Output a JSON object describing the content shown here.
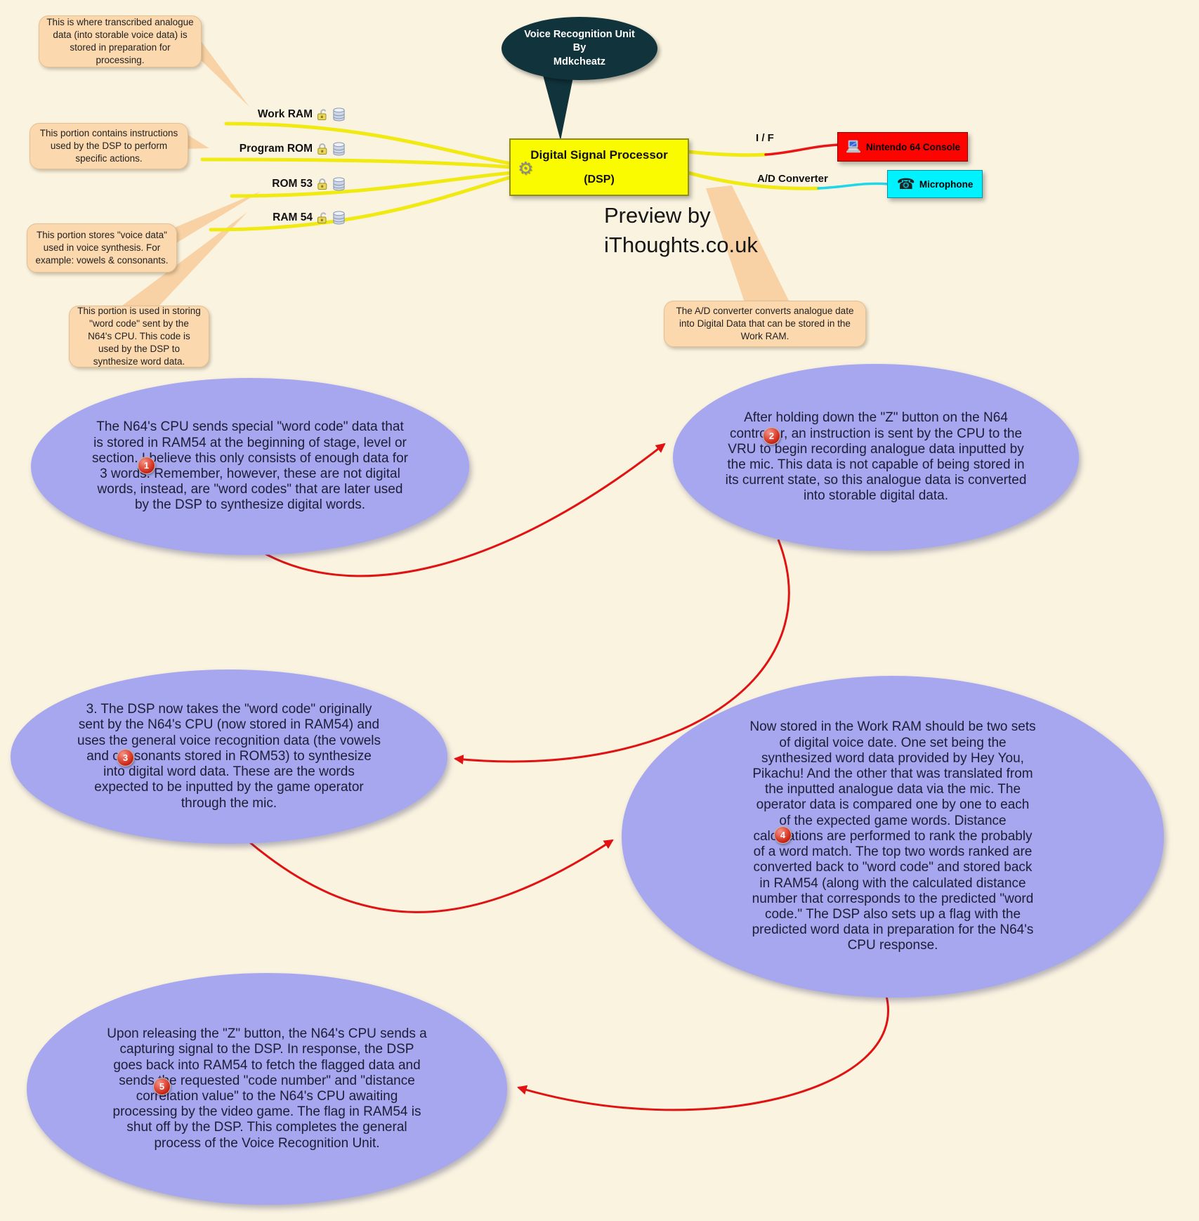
{
  "root_bubble": {
    "line1": "Voice Recognition Unit",
    "line2": "By",
    "line3": "Mdkcheatz"
  },
  "dsp": {
    "title": "Digital Signal Processor",
    "subtitle": "(DSP)"
  },
  "memory": [
    {
      "label": "Work RAM",
      "lock": "unlocked"
    },
    {
      "label": "Program ROM",
      "lock": "locked"
    },
    {
      "label": "ROM 53",
      "lock": "locked"
    },
    {
      "label": "RAM 54",
      "lock": "unlocked"
    }
  ],
  "callouts": {
    "work_ram": "This is where transcribed analogue data (into storable voice data) is stored in preparation for processing.",
    "program_rom": "This portion contains instructions used by the DSP to perform specific actions.",
    "rom53": "This portion stores \"voice data\" used in voice synthesis. For example: vowels & consonants.",
    "ram54": "This portion is used in storing \"word code\" sent by the N64's CPU. This code is used by the DSP to synthesize word data.",
    "adc": "The A/D converter converts analogue date into Digital Data that can be stored in the Work RAM."
  },
  "links": {
    "if_label": "I / F",
    "adc_label": "A/D Converter"
  },
  "devices": {
    "console": "Nintendo 64 Console",
    "microphone": "Microphone"
  },
  "watermark": {
    "line1": "Preview by",
    "line2": "iThoughts.co.uk"
  },
  "colors": {
    "background": "#faf3e0",
    "branch_yellow": "#f0ea12",
    "node_yellow": "#fbfb00",
    "console_red": "#fe0400",
    "microphone_cyan": "#00f2fe",
    "step_purple": "#a7a7ef",
    "callout_peach": "#fbd8ad",
    "root_dark": "#10333c",
    "arrow_red": "#e01212"
  },
  "steps": [
    {
      "num": "1",
      "text": "The N64's CPU sends special \"word code\" data that is stored in RAM54 at the beginning of stage, level or section. I believe this only consists of enough data for 3 words. Remember, however, these are not digital words, instead, are \"word codes\" that are later used by the DSP to synthesize digital words."
    },
    {
      "num": "2",
      "text": "After holding down the \"Z\" button on the N64 controller, an instruction is sent by the CPU to the VRU to begin recording analogue data inputted by the mic. This data is not capable of being stored in its current state, so this analogue data is converted into storable digital data."
    },
    {
      "num": "3",
      "text": "3. The DSP now takes the \"word code\" originally sent by the N64's CPU (now stored in RAM54) and uses the general voice recognition data (the vowels and consonants stored in ROM53) to synthesize into digital word data. These are the words expected to be inputted by the game operator through the mic."
    },
    {
      "num": "4",
      "text": "Now stored in the Work RAM should be two sets of digital voice date. One set being the synthesized word data provided by Hey You, Pikachu! And the other that was translated from the inputted analogue data via the mic. The operator data is compared one by one to each of the expected game words. Distance calculations are performed to rank the probably of a word match. The top two words ranked are converted back to \"word code\" and stored back in RAM54 (along with the calculated distance number that corresponds to the predicted \"word code.\" The DSP also sets up a flag with the predicted word data in preparation for the N64's  CPU response."
    },
    {
      "num": "5",
      "text": "Upon releasing the \"Z\" button, the N64's CPU sends a capturing signal to the DSP. In response, the DSP goes back into RAM54 to fetch the flagged data and sends the requested  \"code number\" and \"distance correlation value\" to the N64's CPU awaiting processing by the video game. The flag in RAM54 is shut off by the DSP. This completes the general process of the Voice Recognition Unit."
    }
  ]
}
